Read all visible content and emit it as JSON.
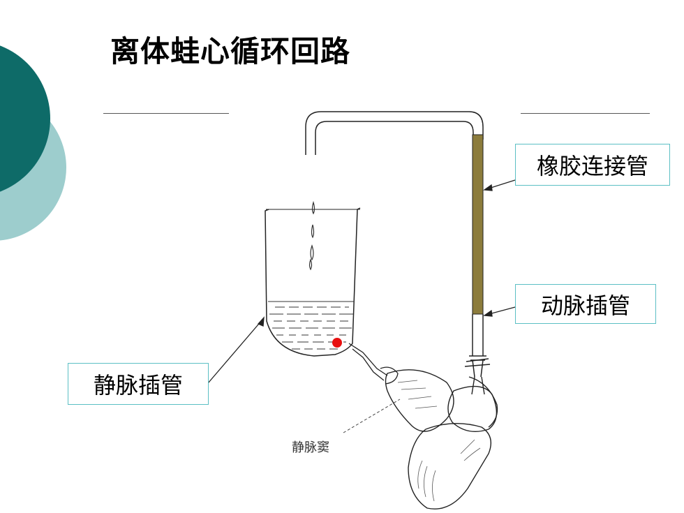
{
  "slide": {
    "title": "离体蛙心循环回路"
  },
  "labels": {
    "rubber_tube": "橡胶连接管",
    "artery_cannula": "动脉插管",
    "vein_cannula": "静脉插管",
    "sinus_venosus": "静脉窦"
  },
  "colors": {
    "accent_dark": "#0e6b68",
    "accent_light": "#9dcdcd",
    "rubber_tube": "#8c7c3c",
    "marker_dot": "#e81010",
    "box_border": "#5bbfc4"
  }
}
